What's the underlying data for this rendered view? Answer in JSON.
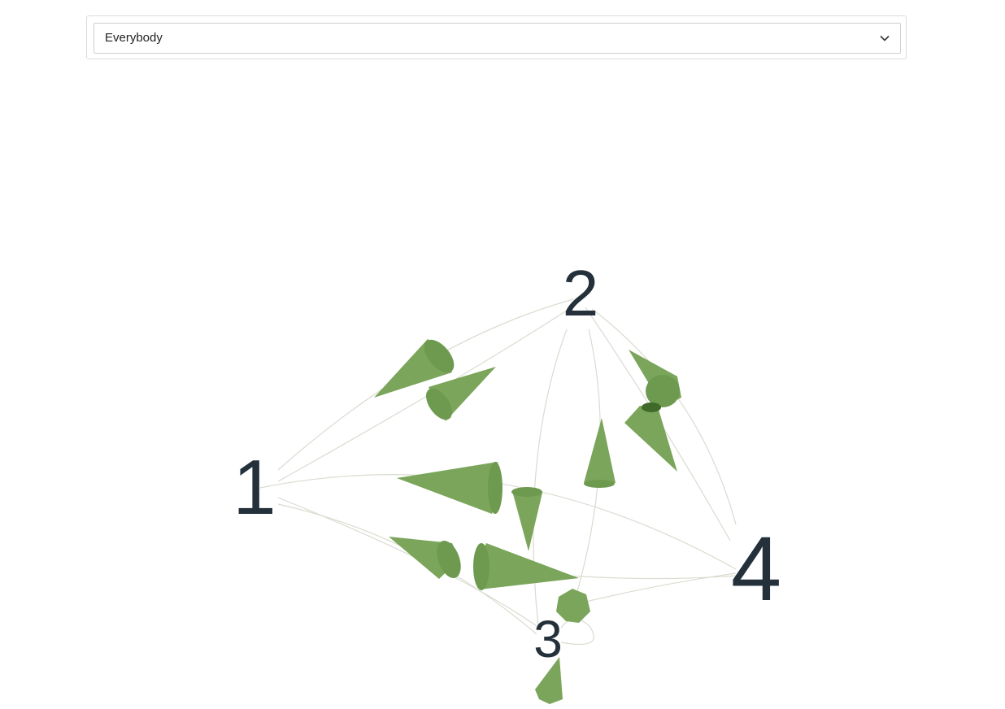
{
  "filter": {
    "selected_value": "Everybody"
  },
  "graph": {
    "nodes": [
      {
        "id": "1",
        "label": "1"
      },
      {
        "id": "2",
        "label": "2"
      },
      {
        "id": "3",
        "label": "3"
      },
      {
        "id": "4",
        "label": "4"
      }
    ],
    "colors": {
      "edge": "#d9dcd0",
      "arrow": "#7aa55a",
      "arrow_dark": "#5f8a45",
      "label": "#24313b"
    }
  }
}
